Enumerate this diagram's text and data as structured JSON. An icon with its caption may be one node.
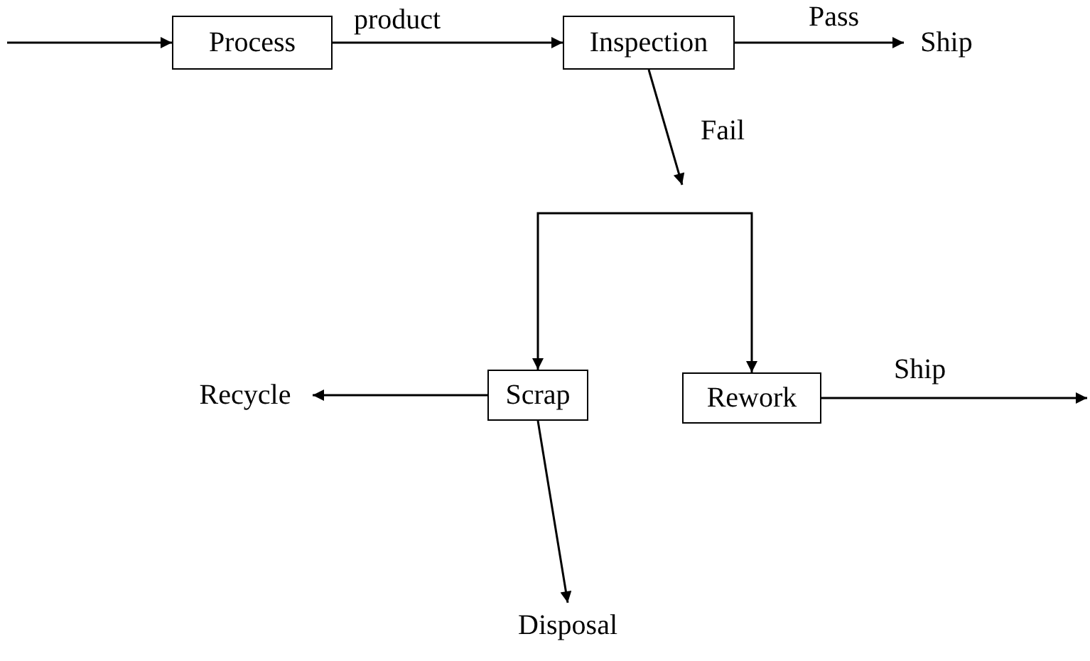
{
  "diagram": {
    "nodes": [
      {
        "text": [
          "Process"
        ]
      },
      {
        "text": [
          "Inspection"
        ]
      },
      {
        "text": [
          "Ship"
        ]
      },
      {
        "text": [
          "Scrap"
        ]
      },
      {
        "text": [
          "Rework"
        ]
      },
      {
        "text": [
          "Recycle"
        ]
      },
      {
        "text": [
          "Disposal"
        ]
      }
    ],
    "edges": [
      {
        "from": null,
        "to": 0,
        "arrow": "to"
      },
      {
        "from": 0,
        "to": 1,
        "arrow": "to",
        "label": "product"
      },
      {
        "from": 1,
        "to": 2,
        "arrow": "to",
        "label": "Pass"
      },
      {
        "from": 1,
        "to": null,
        "arrow": "to",
        "label": "Fail"
      },
      {
        "from": null,
        "to": 3,
        "arrow": "to"
      },
      {
        "from": null,
        "to": 4,
        "arrow": "to"
      },
      {
        "from": 3,
        "to": 5,
        "arrow": "to"
      },
      {
        "from": 3,
        "to": 6,
        "arrow": "to"
      },
      {
        "from": 4,
        "to": null,
        "arrow": "to",
        "label": "Ship"
      }
    ]
  }
}
